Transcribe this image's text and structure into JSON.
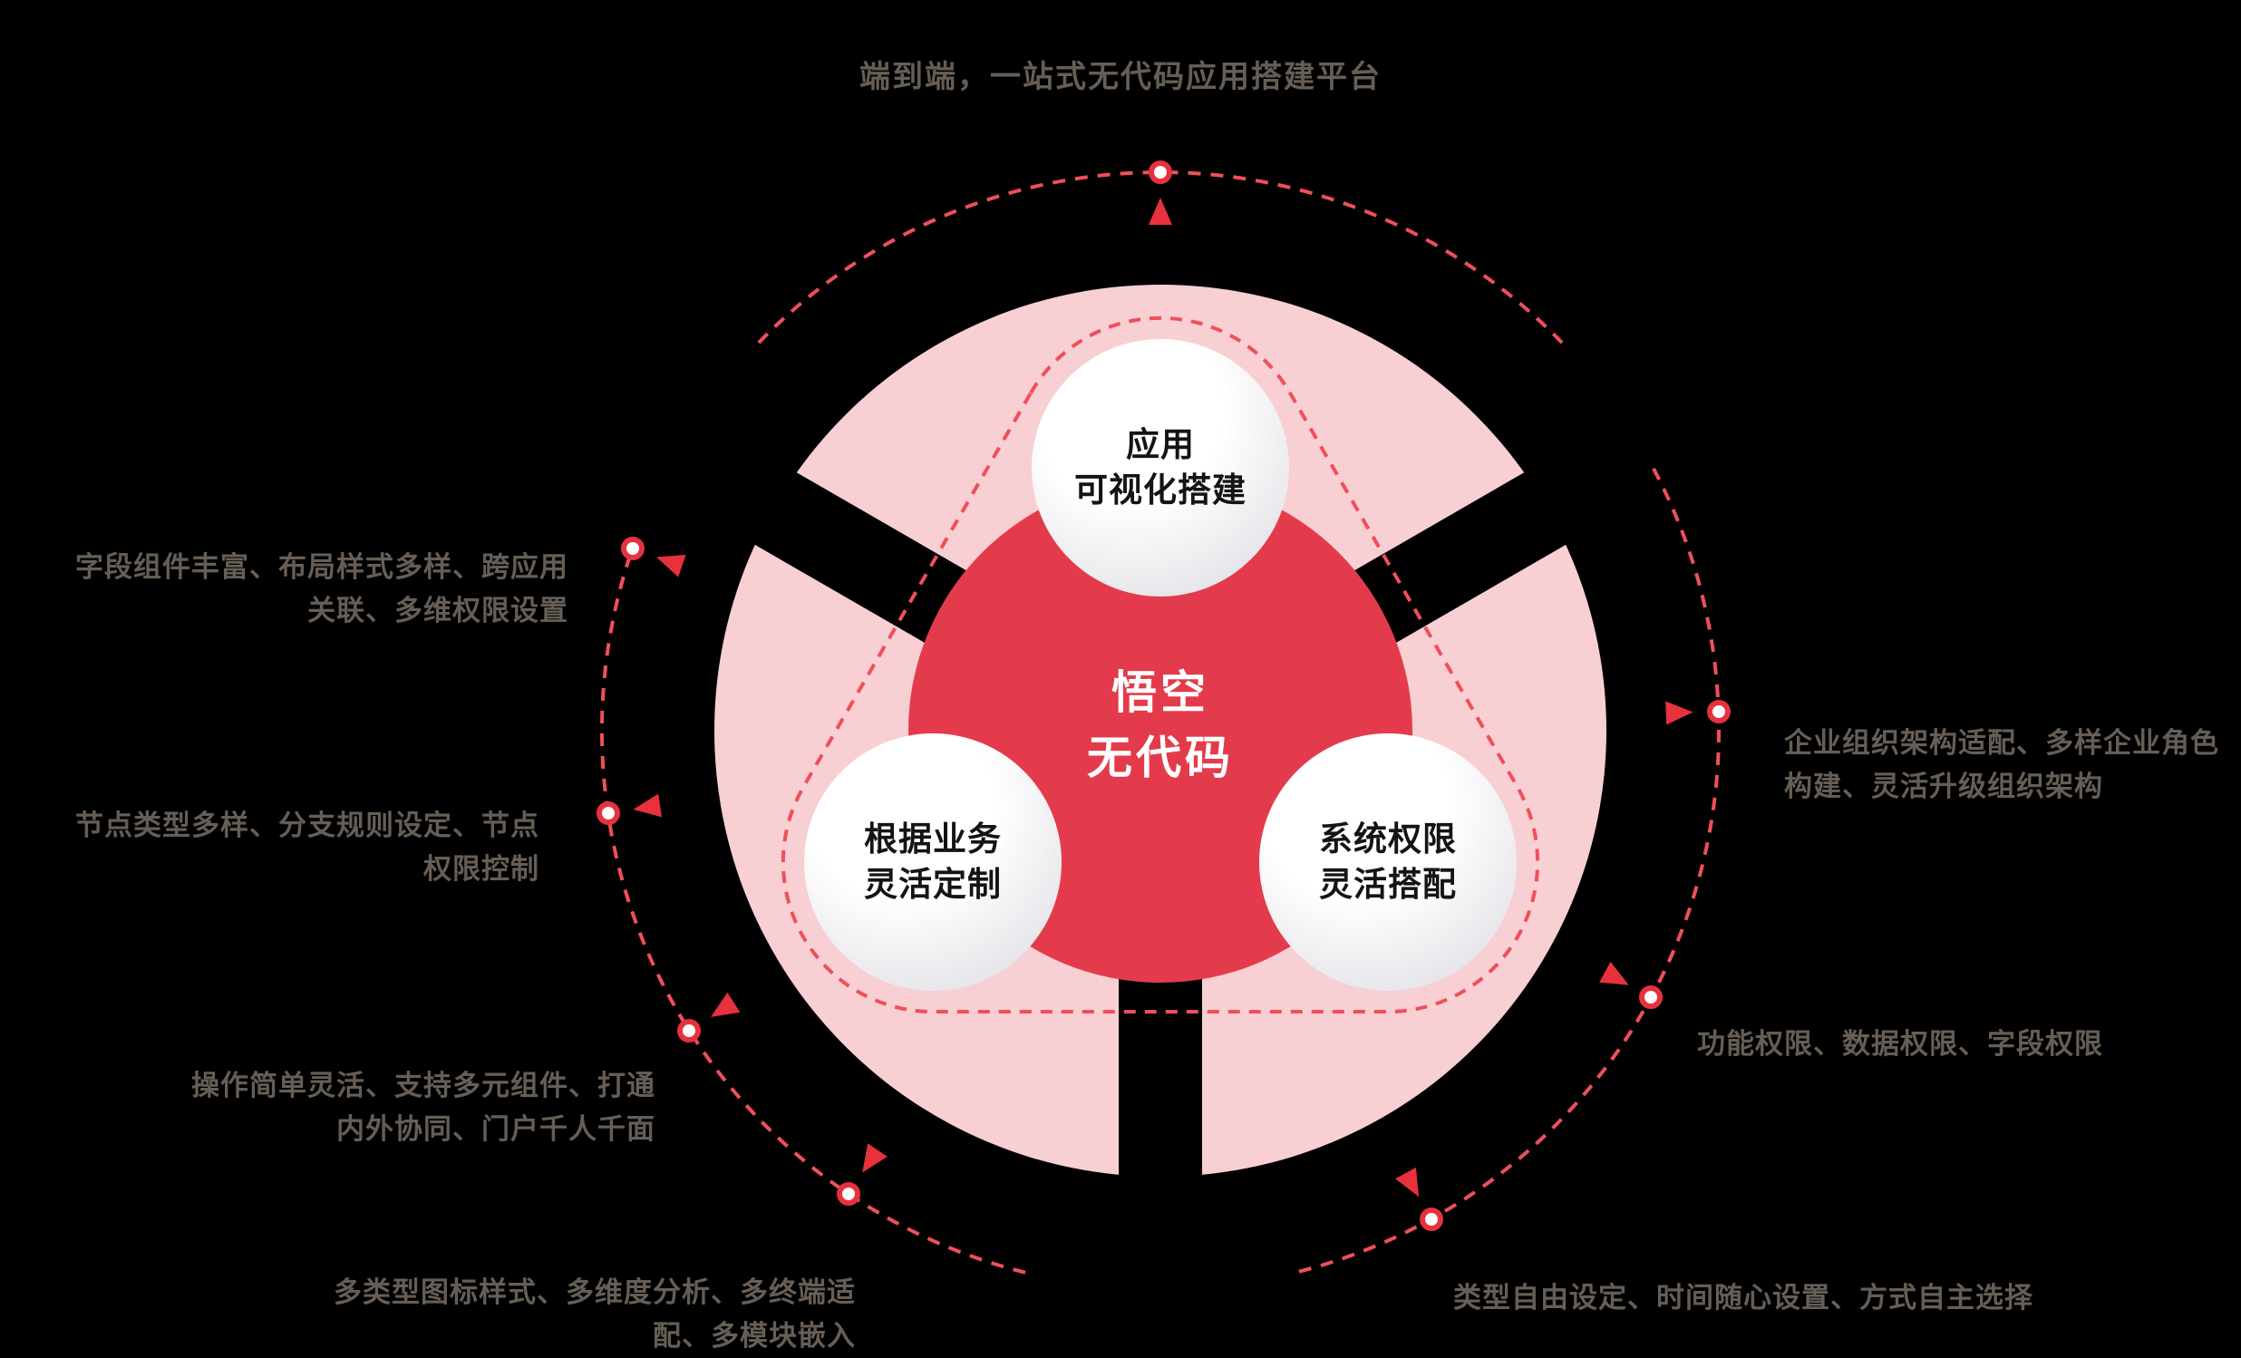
{
  "title": "端到端，一站式无代码应用搭建平台",
  "core": {
    "label": "悟空\n无代码"
  },
  "nodes": [
    {
      "id": "app-visual-build",
      "label": "应用\n可视化搭建"
    },
    {
      "id": "business-custom",
      "label": "根据业务\n灵活定制"
    },
    {
      "id": "system-permission",
      "label": "系统权限\n灵活搭配"
    }
  ],
  "annotations": {
    "left_top": "字段组件丰富、布局样式多样、跨应用\n关联、多维权限设置",
    "left_middle": "节点类型多样、分支规则设定、节点\n权限控制",
    "left_bottom": "操作简单灵活、支持多元组件、打通\n内外协同、门户千人千面",
    "bottom_left": "多类型图标样式、多维度分析、多终端适\n配、多模块嵌入",
    "right_top": "企业组织架构适配、多样企业角色\n构建、灵活升级组织架构",
    "right_middle": "功能权限、数据权限、字段权限",
    "bottom_right": "类型自由设定、时间随心设置、方式自主选择"
  },
  "colors": {
    "background": "#000000",
    "pink_disc": "#f8cfd3",
    "core_red": "#e43b4c",
    "dashed_line": "#ef4f5b",
    "marker_red": "#e7313d",
    "annotation_text": "#665e56",
    "node_text": "#141414",
    "core_text": "#ffffff"
  }
}
